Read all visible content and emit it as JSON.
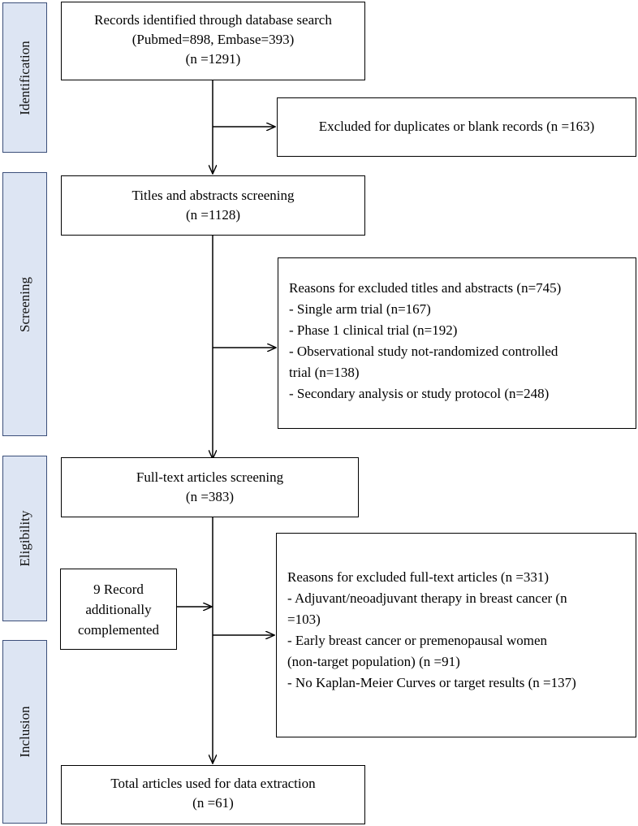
{
  "stages": [
    "Identification",
    "Screening",
    "Eligibility",
    "Inclusion"
  ],
  "identified": {
    "lines": [
      "Records identified through database search",
      "(Pubmed=898, Embase=393)",
      "(n =1291)"
    ]
  },
  "duplicates": {
    "lines": [
      "Excluded for duplicates or blank records (n =163)"
    ]
  },
  "screening": {
    "lines": [
      "Titles and abstracts screening",
      "(n =1128)"
    ]
  },
  "excluded_abstracts": {
    "lines": [
      "Reasons for excluded titles and abstracts (n=745)",
      "- Single arm trial (n=167)",
      "- Phase 1 clinical trial (n=192)",
      "- Observational study not-randomized controlled",
      "trial (n=138)",
      "- Secondary analysis or study protocol (n=248)"
    ]
  },
  "fulltext": {
    "lines": [
      "Full-text articles screening",
      "(n =383)"
    ]
  },
  "additional": {
    "lines": [
      "9 Record",
      "additionally",
      "complemented"
    ]
  },
  "excluded_fulltext": {
    "lines": [
      "Reasons for excluded full-text articles (n =331)",
      "- Adjuvant/neoadjuvant therapy in breast cancer (n",
      "=103)",
      "- Early breast cancer or premenopausal women",
      "(non-target population) (n =91)",
      "- No Kaplan-Meier Curves or target results (n =137)"
    ]
  },
  "included": {
    "lines": [
      "Total articles used for data extraction",
      "(n =61)"
    ]
  }
}
